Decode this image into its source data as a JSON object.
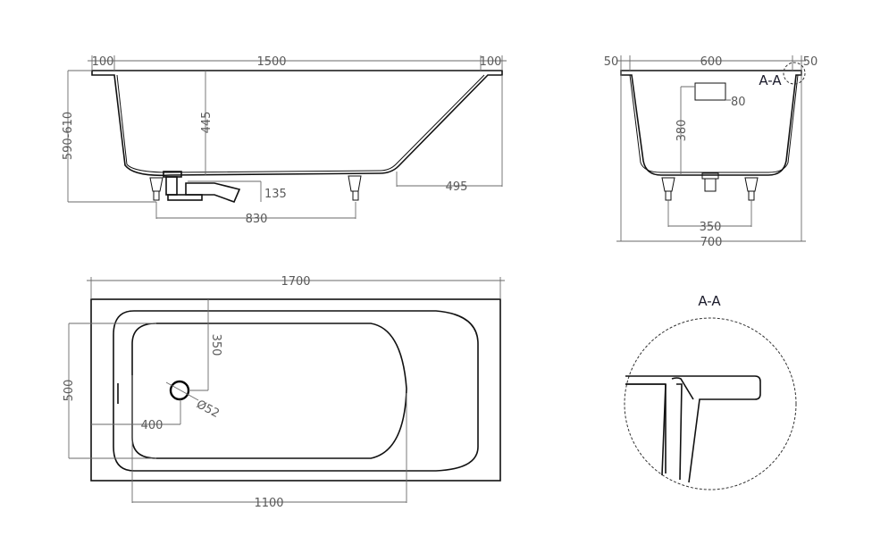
{
  "side_view": {
    "dims": {
      "rim_left": "100",
      "length_inner": "1500",
      "rim_right": "100",
      "height": "590-610",
      "depth": "445",
      "drain_height": "135",
      "feet_spacing": "830",
      "slope_base": "495"
    }
  },
  "end_view": {
    "dims": {
      "rim_left": "50",
      "width_inner": "600",
      "rim_right": "50",
      "overflow_height": "380",
      "overflow_size": "80",
      "feet_spacing": "350",
      "width_total": "700"
    },
    "section_marker": "A-A"
  },
  "plan_view": {
    "dims": {
      "length_total": "1700",
      "drain_offset_y": "350",
      "width_inner": "500",
      "drain_offset_x": "400",
      "drain_diameter": "Ø52",
      "length_floor": "1100"
    }
  },
  "detail": {
    "title": "A-A"
  },
  "colors": {
    "outline": "#111111",
    "dimension": "#6a6a6a"
  }
}
